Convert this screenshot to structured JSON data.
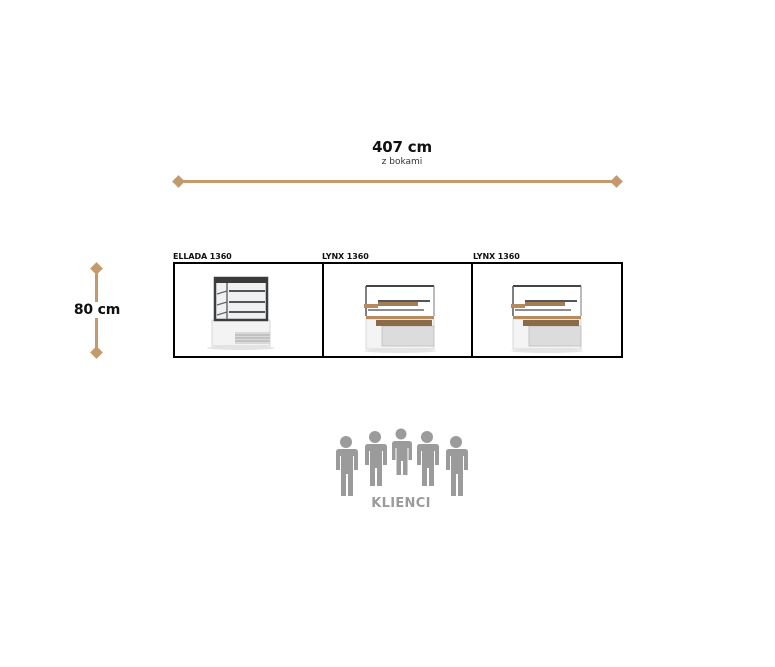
{
  "dimensions": {
    "width": {
      "value": "407 cm",
      "note": "z bokami"
    },
    "depth": {
      "value": "80 cm"
    }
  },
  "units": [
    {
      "name": "ELLADA 1360",
      "model": "showcase-closed"
    },
    {
      "name": "LYNX 1360",
      "model": "showcase-open"
    },
    {
      "name": "LYNX 1360",
      "model": "showcase-open"
    }
  ],
  "customers": {
    "label": "KLIENCI",
    "icon": "people-group-icon"
  },
  "colors": {
    "dimension_line": "#c49a6c",
    "customers": "#9b9b9b",
    "unit_border": "#000000"
  }
}
